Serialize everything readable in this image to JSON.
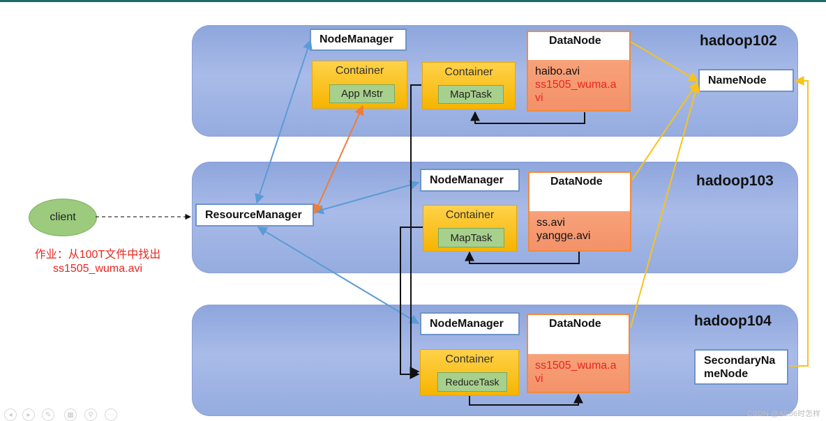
{
  "hosts": {
    "h102": {
      "name": "hadoop102"
    },
    "h103": {
      "name": "hadoop103"
    },
    "h104": {
      "name": "hadoop104"
    }
  },
  "nodemanager_label": "NodeManager",
  "resourcemanager_label": "ResourceManager",
  "namenode_label": "NameNode",
  "secondary_namenode_label": [
    "SecondaryNa",
    "meNode"
  ],
  "datanode_label": "DataNode",
  "container_label": "Container",
  "tasks": {
    "app_master": "App Mstr",
    "maptask": "MapTask",
    "reducetask": "ReduceTask"
  },
  "files": {
    "h102": [
      "haibo.avi",
      "ss1505_wuma.a",
      "vi"
    ],
    "h103": [
      "ss.avi",
      "yangge.avi"
    ],
    "h104": [
      "ss1505_wuma.a",
      "vi"
    ]
  },
  "client": {
    "label": "client",
    "job_line1": "作业：从100T文件中找出",
    "job_line2": "ss1505_wuma.avi"
  },
  "watermark": "CSDN @AE86时怎样",
  "colors": {
    "band": "#9db1e4",
    "container": "#f7b500",
    "task": "#a8d08d",
    "datanode_border": "#f28a3c",
    "blue_arrow": "#5b9bd5",
    "orange_arrow": "#ee7d3a",
    "gold_arrow": "#f7c31c",
    "highlight_text": "#e8261e"
  }
}
